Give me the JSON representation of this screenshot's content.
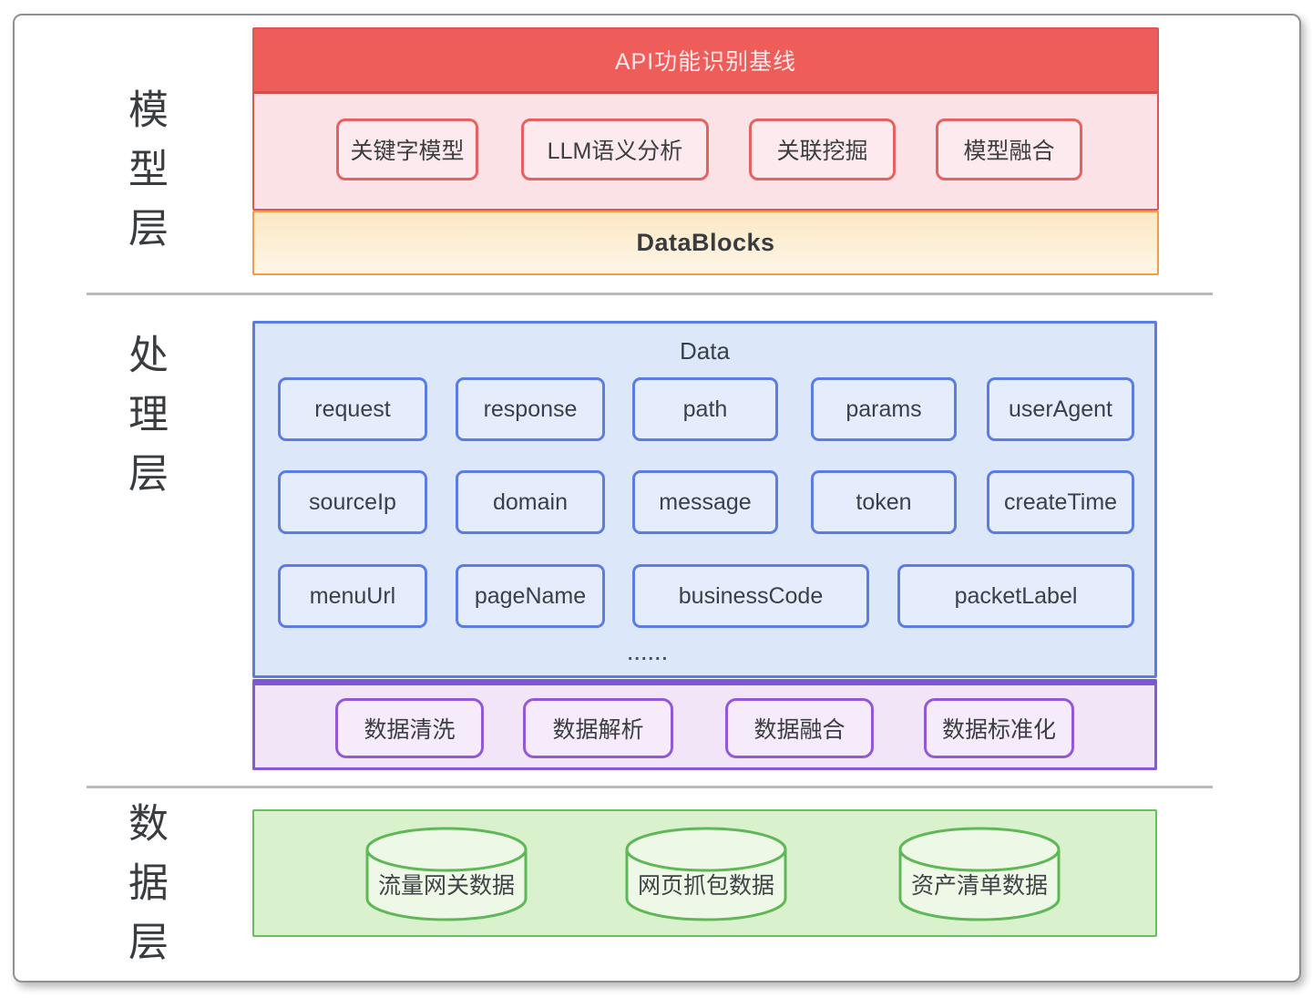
{
  "layer_labels": {
    "model": "模型层",
    "process": "处理层",
    "data": "数据层"
  },
  "model_section": {
    "header": "API功能识别基线",
    "chips": [
      "关键字模型",
      "LLM语义分析",
      "关联挖掘",
      "模型融合"
    ],
    "datablocks_label": "DataBlocks"
  },
  "process_section": {
    "title": "Data",
    "fields_row1": [
      "request",
      "response",
      "path",
      "params",
      "userAgent"
    ],
    "fields_row2": [
      "sourceIp",
      "domain",
      "message",
      "token",
      "createTime"
    ],
    "fields_row3": [
      "menuUrl",
      "pageName",
      "businessCode",
      "packetLabel"
    ],
    "ellipsis": "......",
    "steps": [
      "数据清洗",
      "数据解析",
      "数据融合",
      "数据标准化"
    ]
  },
  "data_section": {
    "databases": [
      "流量网关数据",
      "网页抓包数据",
      "资产清单数据"
    ]
  },
  "colors": {
    "red_header": "#ee5d59",
    "red_border": "#de5752",
    "pink_fill": "#fbe2e6",
    "orange_border": "#f29d41",
    "orange_fill": "#fdeed2",
    "blue_border": "#5b7de2",
    "blue_fill": "#dde7fa",
    "purple_border": "#8659da",
    "purple_fill": "#f1e5f7",
    "green_border": "#69bd5c",
    "green_fill": "#daf1cd",
    "divider_gray": "#b9babc"
  }
}
